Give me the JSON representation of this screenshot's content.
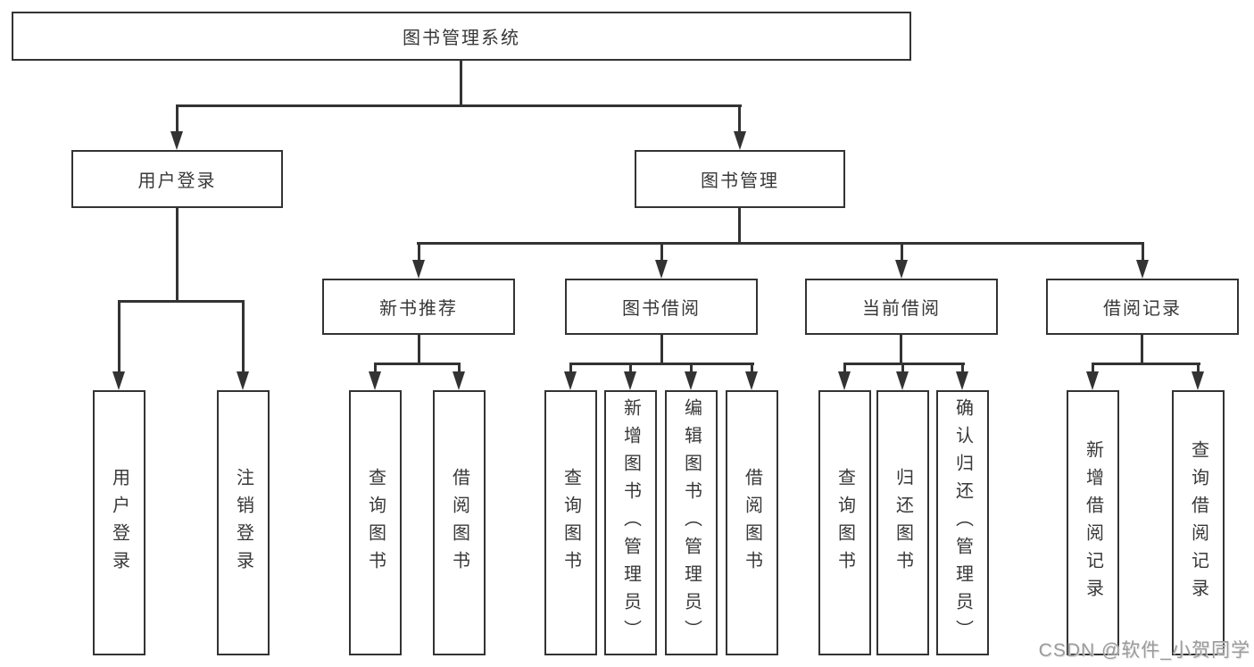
{
  "title_box": "图书管理系统",
  "branches": {
    "user_login": {
      "label": "用户登录",
      "children": {
        "login": "用户登录",
        "logout": "注销登录"
      }
    },
    "book_management": {
      "label": "图书管理",
      "sections": {
        "new_book_recommend": {
          "label": "新书推荐",
          "children": {
            "query_books": "查询图书",
            "borrow_books": "借阅图书"
          }
        },
        "book_borrow": {
          "label": "图书借阅",
          "children": {
            "query_books": "查询图书",
            "add_books": "新增图书（管理员）",
            "edit_books": "编辑图书（管理员）",
            "borrow_books": "借阅图书"
          }
        },
        "current_borrow": {
          "label": "当前借阅",
          "children": {
            "query_books": "查询图书",
            "return_books": "归还图书",
            "confirm_return": "确认归还（管理员）"
          }
        },
        "borrow_records": {
          "label": "借阅记录",
          "children": {
            "add_record": "新增借阅记录",
            "query_record": "查询借阅记录"
          }
        }
      }
    }
  },
  "watermark": {
    "text": "CSDN @软件_小贺同学"
  },
  "colors": {
    "line": "#333333",
    "text": "#383838",
    "background": "#ffffff",
    "watermark": "#9b9b9b"
  }
}
